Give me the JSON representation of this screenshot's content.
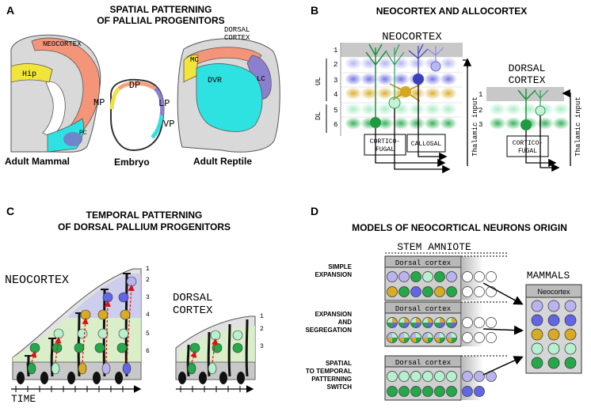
{
  "panelA": {
    "letter": "A",
    "title_line1": "SPATIAL PATTERNING",
    "title_line2": "OF PALLIAL PROGENITORS",
    "mammal": {
      "neocortex": "NEOCORTEX",
      "hip": "Hip",
      "pc": "PC",
      "caption": "Adult Mammal"
    },
    "embryo": {
      "dp": "DP",
      "mp": "MP",
      "lp": "LP",
      "vp": "VP",
      "caption": "Embryo"
    },
    "reptile": {
      "dorsal_cortex_line1": "DORSAL",
      "dorsal_cortex_line2": "CORTEX",
      "mc": "MC",
      "lc": "LC",
      "dvr": "DVR",
      "caption": "Adult Reptile"
    },
    "colors": {
      "neocortex": "#f4957a",
      "hip": "#f1e43a",
      "pc": "#7d6fc7",
      "ventral": "#2fe2e2",
      "dp_arc": "#f7a07a",
      "mp_arc": "#f0e040",
      "lp_arc": "#8d7fd0",
      "vp_arc": "#32e0e0"
    }
  },
  "panelB": {
    "letter": "B",
    "title": "NEOCORTEX AND ALLOCORTEX",
    "neocortex_label": "NEOCORTEX",
    "layers": [
      "1",
      "2",
      "3",
      "4",
      "5",
      "6"
    ],
    "ul": "UL",
    "dl": "DL",
    "corticofugal_line1": "CORTICO-",
    "corticofugal_line2": "FUGAL",
    "callosal": "CALLOSAL",
    "thalamic": "Thalamic input",
    "dorsal_cortex_line1": "DORSAL",
    "dorsal_cortex_line2": "CORTEX",
    "dc_layers": [
      "1",
      "2",
      "3"
    ],
    "colors": {
      "blue": "#5b5fe0",
      "gold": "#d6a820",
      "green": "#22aa4a",
      "lightgreen": "#b8efd0"
    }
  },
  "panelC": {
    "letter": "C",
    "title_line1": "TEMPORAL PATTERNING",
    "title_line2": "OF DORSAL PALLIUM PROGENITORS",
    "neocortex_label": "NEOCORTEX",
    "layers": [
      "1",
      "2",
      "3",
      "4",
      "5",
      "6"
    ],
    "dorsal_cortex_line1": "DORSAL",
    "dorsal_cortex_line2": "CORTEX",
    "dc_layers": [
      "1",
      "2",
      "3"
    ],
    "time": "TIME"
  },
  "panelD": {
    "letter": "D",
    "title": "MODELS OF  NEOCORTICAL NEURONS ORIGIN",
    "stem_amniote": "STEM  AMNIOTE",
    "dorsal_cortex": "Dorsal cortex",
    "simple_line1": "SIMPLE",
    "simple_line2": "EXPANSION",
    "expseg_line1": "EXPANSION",
    "expseg_line2": "AND",
    "expseg_line3": "SEGREGATION",
    "spatial_line1": "SPATIAL",
    "spatial_line2": "TO TEMPORAL",
    "spatial_line3": "PATTERNING",
    "spatial_line4": "SWITCH",
    "mammals": "MAMMALS",
    "neocortex": "Neocortex",
    "colors": {
      "light_purple": "#b9b3ef",
      "green": "#25a84a",
      "light_green": "#b6f0cf",
      "blue": "#6266e6",
      "gold": "#d8ab24",
      "white": "#ffffff"
    }
  }
}
